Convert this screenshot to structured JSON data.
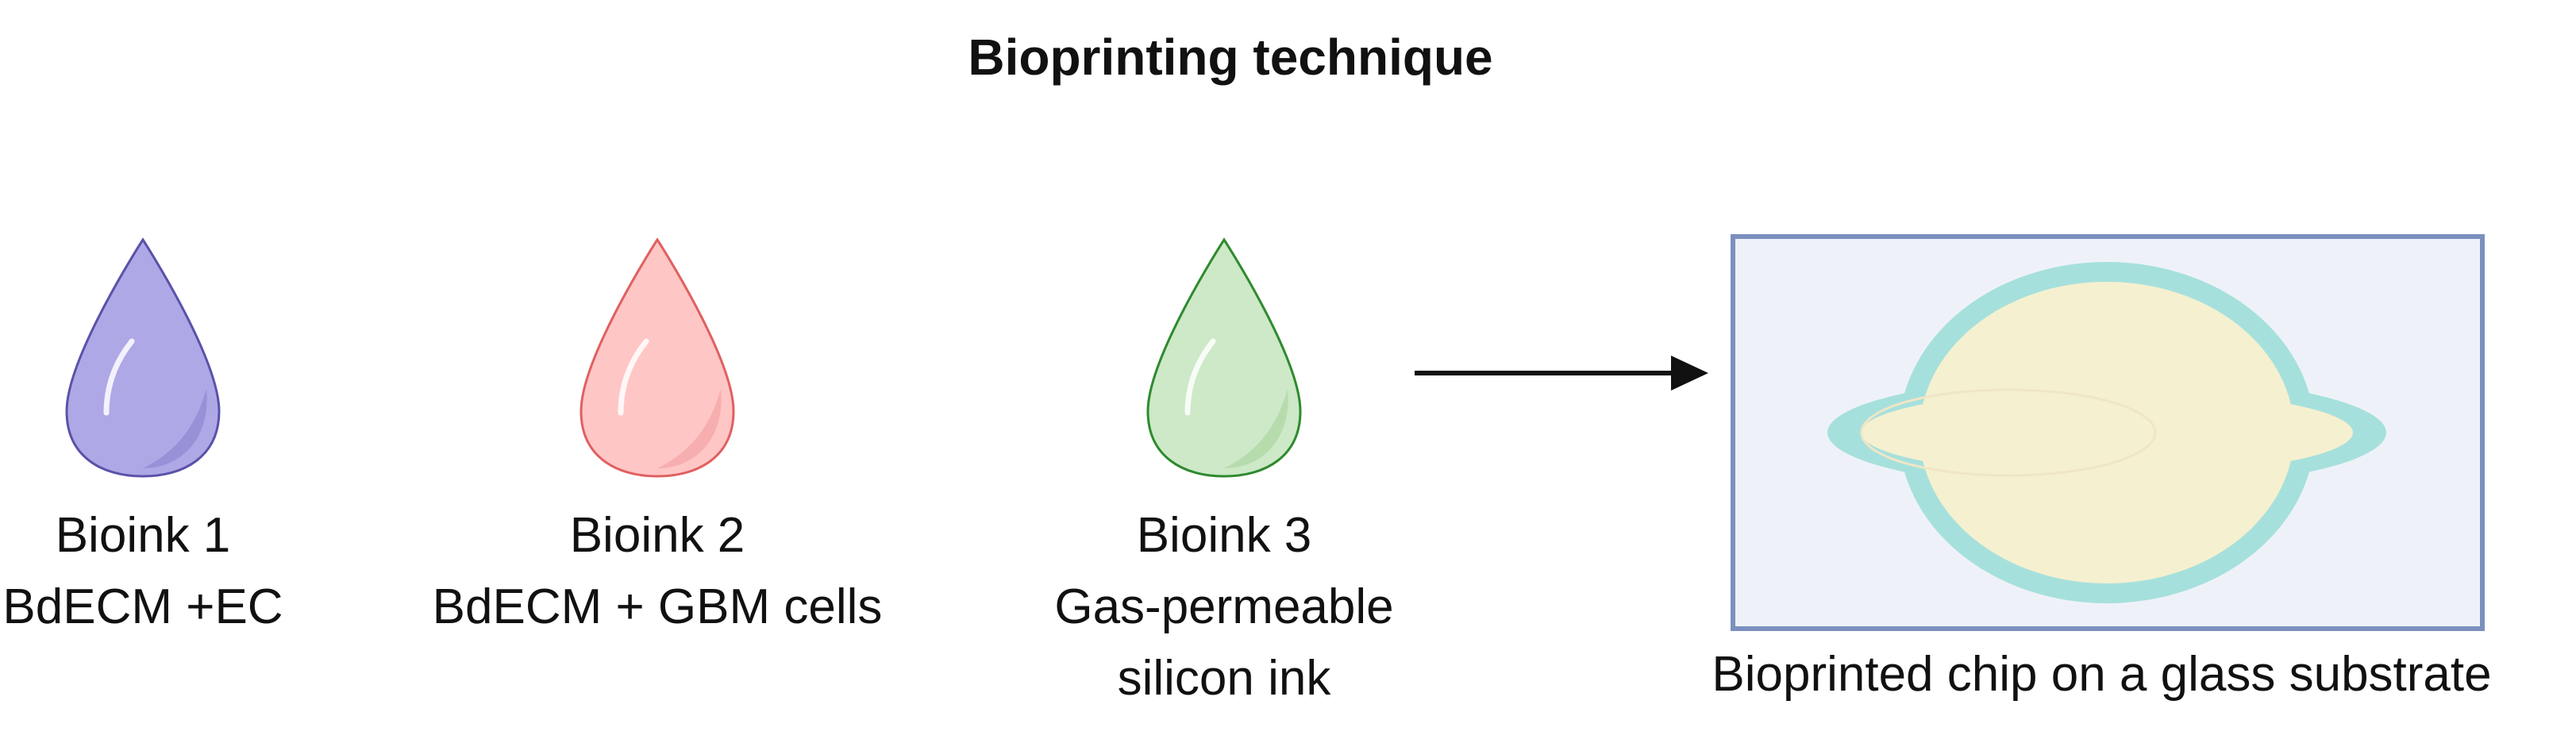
{
  "title": "Bioprinting technique",
  "bioinks": [
    {
      "name": "Bioink 1",
      "lines": [
        "BdECM +EC"
      ],
      "fill": "#aea8e6",
      "shade": "#9891d8",
      "stroke": "#5a52a8"
    },
    {
      "name": "Bioink 2",
      "lines": [
        "BdECM + GBM cells"
      ],
      "fill": "#ffc6c6",
      "shade": "#f7aeae",
      "stroke": "#e06060"
    },
    {
      "name": "Bioink 3",
      "lines": [
        "Gas-permeable",
        "silicon ink"
      ],
      "fill": "#cde9c7",
      "shade": "#b6dcae",
      "stroke": "#2f8a2f"
    }
  ],
  "chip": {
    "label": "Bioprinted chip on a glass substrate",
    "glass_fill": "#eef2f8",
    "glass_border": "#7b8fbf",
    "silicon_color": "#a6e0dc",
    "tissue_color": "#f5f0d0"
  }
}
